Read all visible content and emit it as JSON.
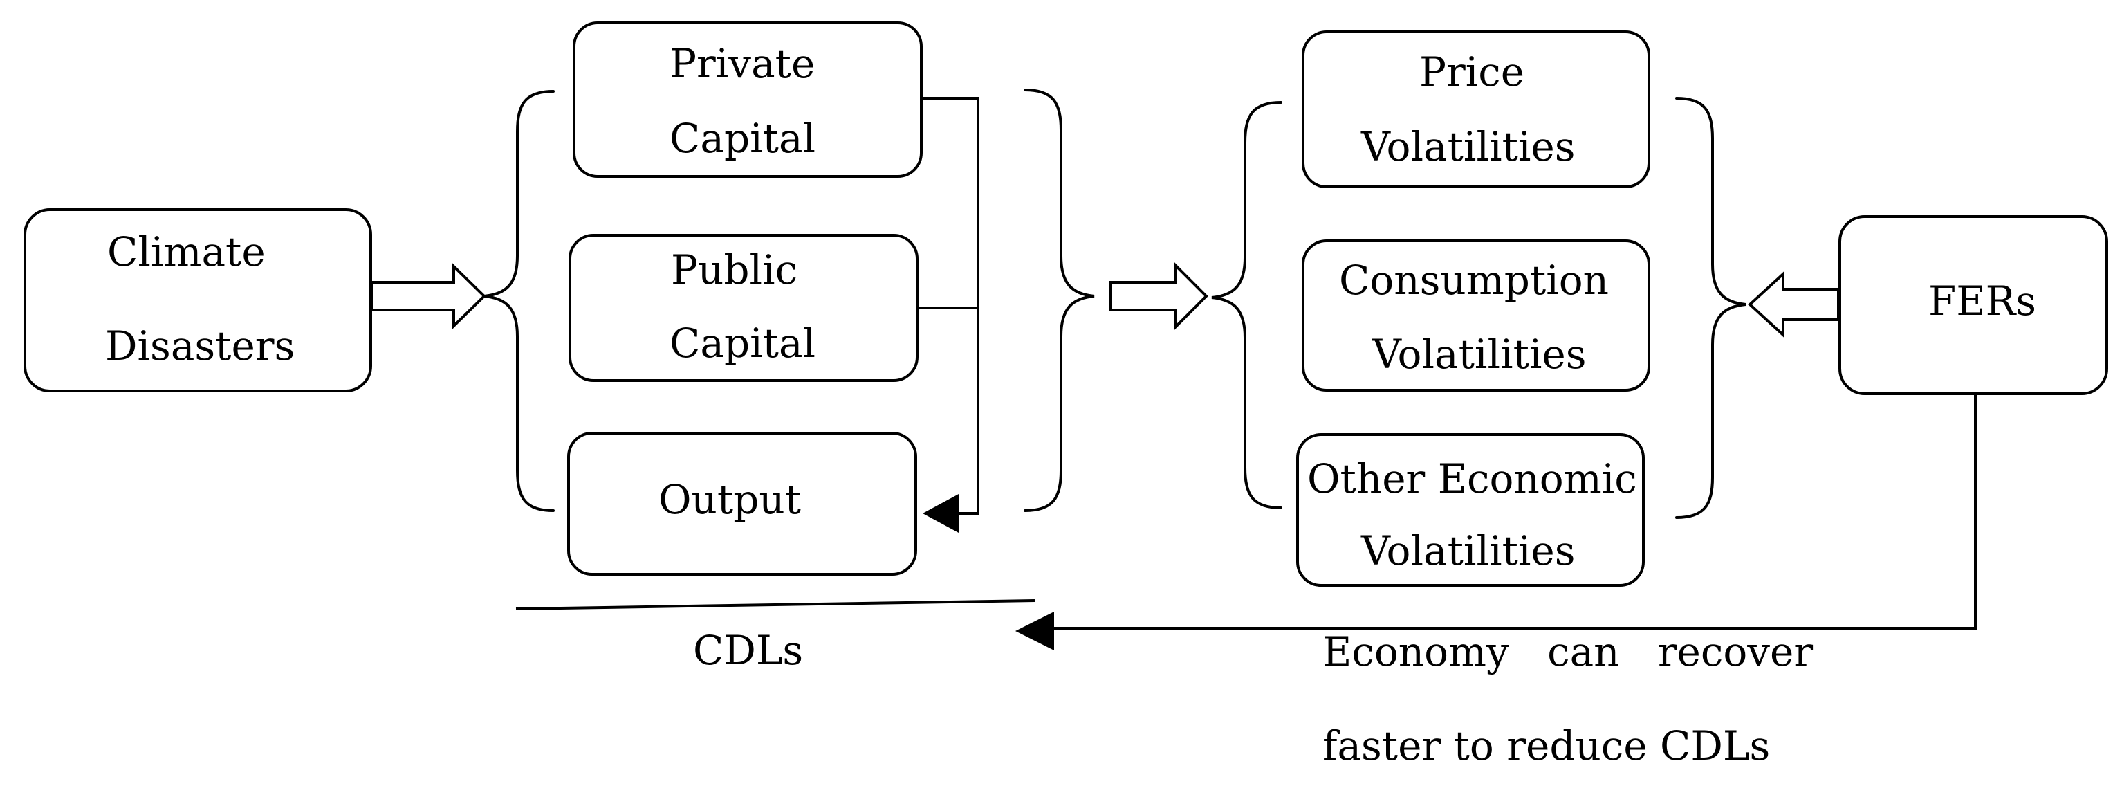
{
  "nodes": {
    "climate_disasters": {
      "line1": "Climate",
      "line2": "Disasters"
    },
    "private_capital": {
      "line1": "Private",
      "line2": "Capital"
    },
    "public_capital": {
      "line1": "Public",
      "line2": "Capital"
    },
    "output": {
      "line1": "Output"
    },
    "price_volatilities": {
      "line1": "Price",
      "line2": "Volatilities"
    },
    "consumption_volatilities": {
      "line1": "Consumption",
      "line2": "Volatilities"
    },
    "other_volatilities": {
      "line1": "Other Economic",
      "line2": "Volatilities"
    },
    "fers": {
      "line1": "FERs"
    }
  },
  "labels": {
    "cdls": "CDLs",
    "recovery_line1": "Economy   can   recover",
    "recovery_line2": "faster to reduce CDLs"
  }
}
